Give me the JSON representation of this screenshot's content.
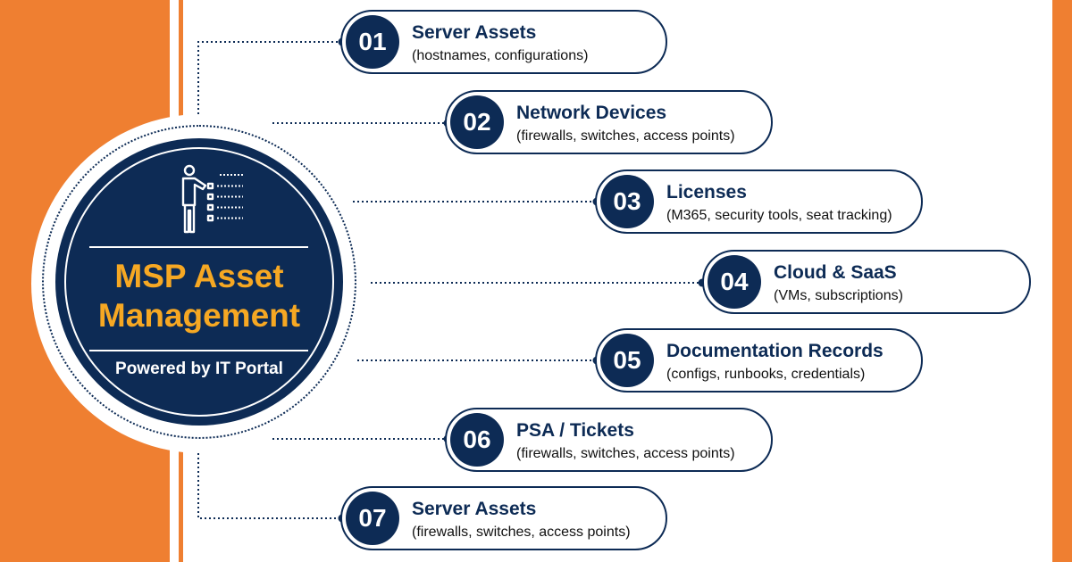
{
  "hub": {
    "title_line1": "MSP Asset",
    "title_line2": "Management",
    "subtitle": "Powered by IT Portal",
    "icon": "presenter-checklist-icon"
  },
  "items": [
    {
      "number": "01",
      "title": "Server Assets",
      "description": "(hostnames, configurations)"
    },
    {
      "number": "02",
      "title": "Network Devices",
      "description": "(firewalls, switches, access points)"
    },
    {
      "number": "03",
      "title": "Licenses",
      "description": "(M365, security tools, seat tracking)"
    },
    {
      "number": "04",
      "title": "Cloud & SaaS",
      "description": "(VMs, subscriptions)"
    },
    {
      "number": "05",
      "title": "Documentation Records",
      "description": "(configs, runbooks, credentials)"
    },
    {
      "number": "06",
      "title": "PSA / Tickets",
      "description": "(firewalls, switches, access points)"
    },
    {
      "number": "07",
      "title": "Server Assets",
      "description": "(firewalls, switches, access points)"
    }
  ],
  "colors": {
    "navy": "#0d2b55",
    "orange": "#ef7f31",
    "gold": "#f6a823",
    "white": "#ffffff"
  }
}
